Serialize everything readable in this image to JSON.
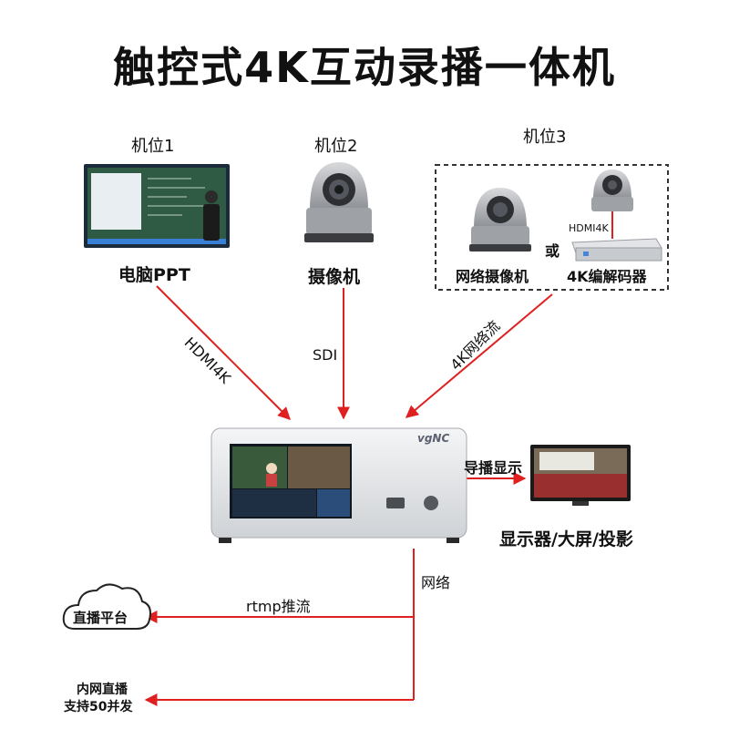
{
  "title": "触控式4K互动录播一体机",
  "sources": {
    "cam1": {
      "position": "机位1",
      "device": "电脑PPT"
    },
    "cam2": {
      "position": "机位2",
      "device": "摄像机"
    },
    "cam3": {
      "position": "机位3",
      "network_camera": "网络摄像机",
      "or": "或",
      "hdmi": "HDMI4K",
      "codec": "4K编解码器"
    }
  },
  "links": {
    "hdmi": "HDMI4K",
    "sdi": "SDI",
    "net4k": "4K网络流",
    "guide": "导播显示",
    "network": "网络",
    "rtmp": "rtmp推流"
  },
  "device": {
    "brand": "vgNC"
  },
  "outputs": {
    "display": "显示器/大屏/投影",
    "platform": "直播平台",
    "intranet_line1": "内网直播",
    "intranet_line2": "支持50并发"
  },
  "colors": {
    "arrow": "#e02020",
    "dashed_box": "#333333"
  }
}
